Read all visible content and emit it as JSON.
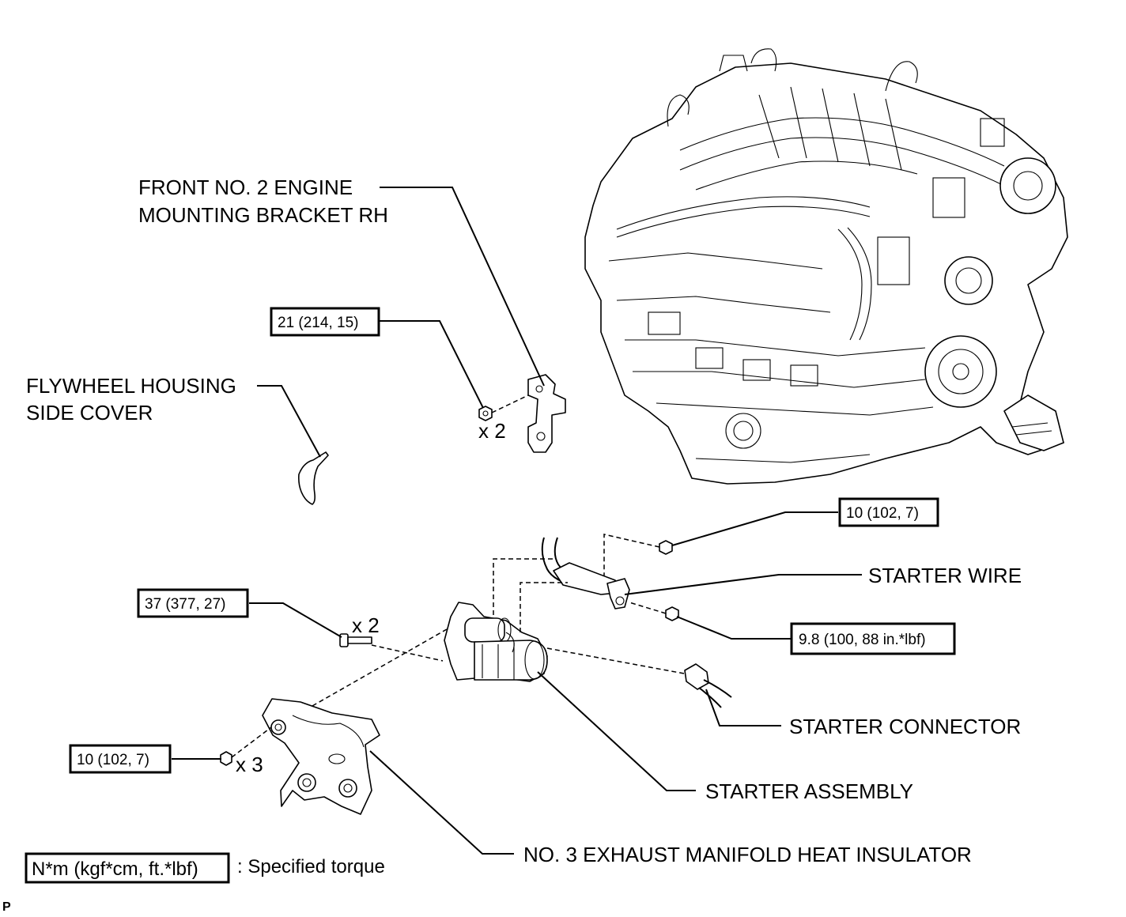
{
  "labels": {
    "front_bracket_line1": "FRONT NO. 2 ENGINE",
    "front_bracket_line2": "MOUNTING BRACKET RH",
    "flywheel_line1": "FLYWHEEL HOUSING",
    "flywheel_line2": "SIDE COVER",
    "starter_wire": "STARTER WIRE",
    "starter_connector": "STARTER CONNECTOR",
    "starter_assembly": "STARTER ASSEMBLY",
    "exhaust_insulator": "NO. 3 EXHAUST MANIFOLD HEAT INSULATOR"
  },
  "torques": {
    "bracket_nut": "21 (214, 15)",
    "wire_nut_upper": "10 (102, 7)",
    "starter_bolt": "37 (377, 27)",
    "wire_nut_lower": "9.8 (100, 88 in.*lbf)",
    "insulator_bolt": "10 (102, 7)"
  },
  "quantities": {
    "bracket_nut": "x 2",
    "starter_bolt": "x 2",
    "insulator_bolt": "x 3"
  },
  "legend": {
    "unit_box": "N*m (kgf*cm, ft.*lbf)",
    "description": ": Specified torque"
  },
  "corner_mark": "P"
}
